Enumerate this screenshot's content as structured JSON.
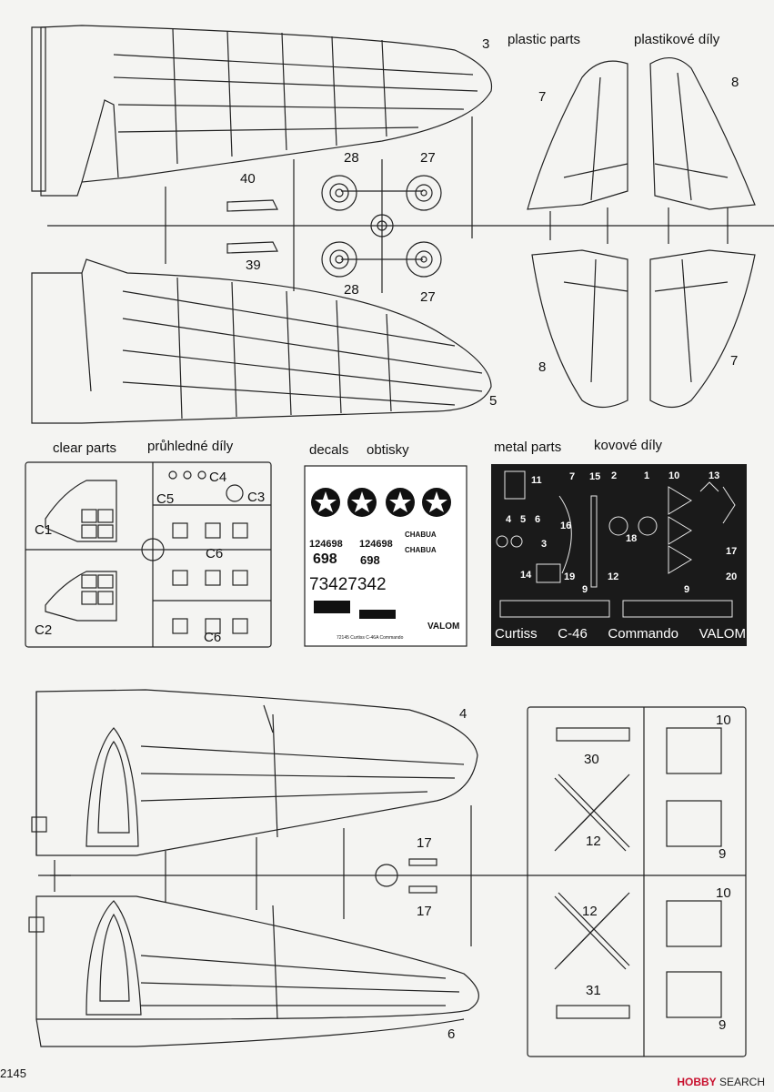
{
  "headers": {
    "plastic_en": "plastic parts",
    "plastic_cz": "plastikové díly",
    "clear_en": "clear parts",
    "clear_cz": "průhledné díly",
    "decals_en": "decals",
    "decals_cz": "obtisky",
    "metal_en": "metal parts",
    "metal_cz": "kovové díly"
  },
  "part_numbers": {
    "p3": "3",
    "p5": "5",
    "p7a": "7",
    "p7b": "7",
    "p8a": "8",
    "p8b": "8",
    "p28a": "28",
    "p28b": "28",
    "p27a": "27",
    "p27b": "27",
    "p40": "40",
    "p39": "39",
    "p4": "4",
    "p6": "6",
    "p17a": "17",
    "p17b": "17",
    "p30": "30",
    "p31": "31",
    "p12a": "12",
    "p12b": "12",
    "p10a": "10",
    "p10b": "10",
    "p9a": "9",
    "p9b": "9"
  },
  "clear_parts": {
    "c1": "C1",
    "c2": "C2",
    "c3": "C3",
    "c4": "C4",
    "c5": "C5",
    "c6a": "C6",
    "c6b": "C6"
  },
  "decals": {
    "serial_a": "124698",
    "serial_b": "124698",
    "chabua_a": "CHABUA",
    "chabua_b": "CHABUA",
    "big_a": "698",
    "big_b": "698",
    "big_c": "73427342",
    "brand": "VALOM",
    "caption": "72145 Curtiss C-46A Commando"
  },
  "metal_parts": {
    "n2": "2",
    "n1": "1",
    "n3": "3",
    "n4": "4",
    "n5": "5",
    "n6": "6",
    "n7": "7",
    "n9a": "9",
    "n9b": "9",
    "n10": "10",
    "n11": "11",
    "n12": "12",
    "n13": "13",
    "n14": "14",
    "n15": "15",
    "n16": "16",
    "n17": "17",
    "n18": "18",
    "n19": "19",
    "n20": "20",
    "footer_1": "Curtiss",
    "footer_2": "C-46",
    "footer_3": "Commando",
    "footer_4": "VALOM"
  },
  "page_code": "2145",
  "watermark": {
    "brand": "HOBBY",
    "rest": " SEARCH"
  }
}
